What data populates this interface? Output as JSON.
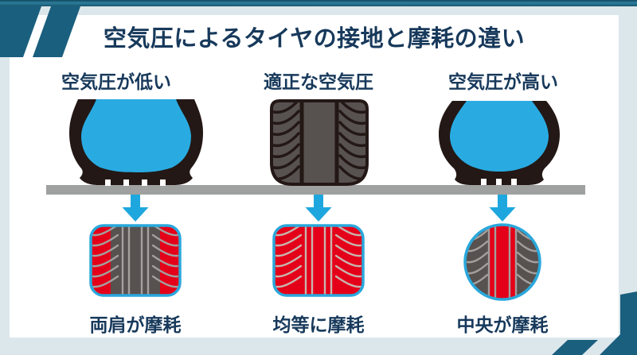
{
  "title": "空気圧によるタイヤの接地と摩耗の違い",
  "columns": [
    {
      "header": "空気圧が低い",
      "result": "両肩が摩耗",
      "tire_illustration": "low-pressure-cross-section-bulging-sidewalls",
      "wear_pattern": "shoulders-worn-red-edges"
    },
    {
      "header": "適正な空気圧",
      "result": "均等に摩耗",
      "tire_illustration": "correct-pressure-flat-tread-contact",
      "wear_pattern": "even-wear-all-red"
    },
    {
      "header": "空気圧が高い",
      "result": "中央が摩耗",
      "tire_illustration": "high-pressure-rounded-center-contact",
      "wear_pattern": "center-worn-red-stripe"
    }
  ],
  "colors": {
    "background": "#dce7ec",
    "accent_teal": "#1a5f7e",
    "text_navy": "#17395b",
    "air_cyan": "#29abe2",
    "arrow_cyan": "#1ea7de",
    "wear_red": "#e50019",
    "tire_black": "#231815",
    "tread_gray": "#575150",
    "tread_line_gray": "#a3a09e",
    "tread_line_on_red": "#c7b5ae",
    "road_gray": "#9fa0a0",
    "wear_border_cyan": "#29a8dc"
  }
}
